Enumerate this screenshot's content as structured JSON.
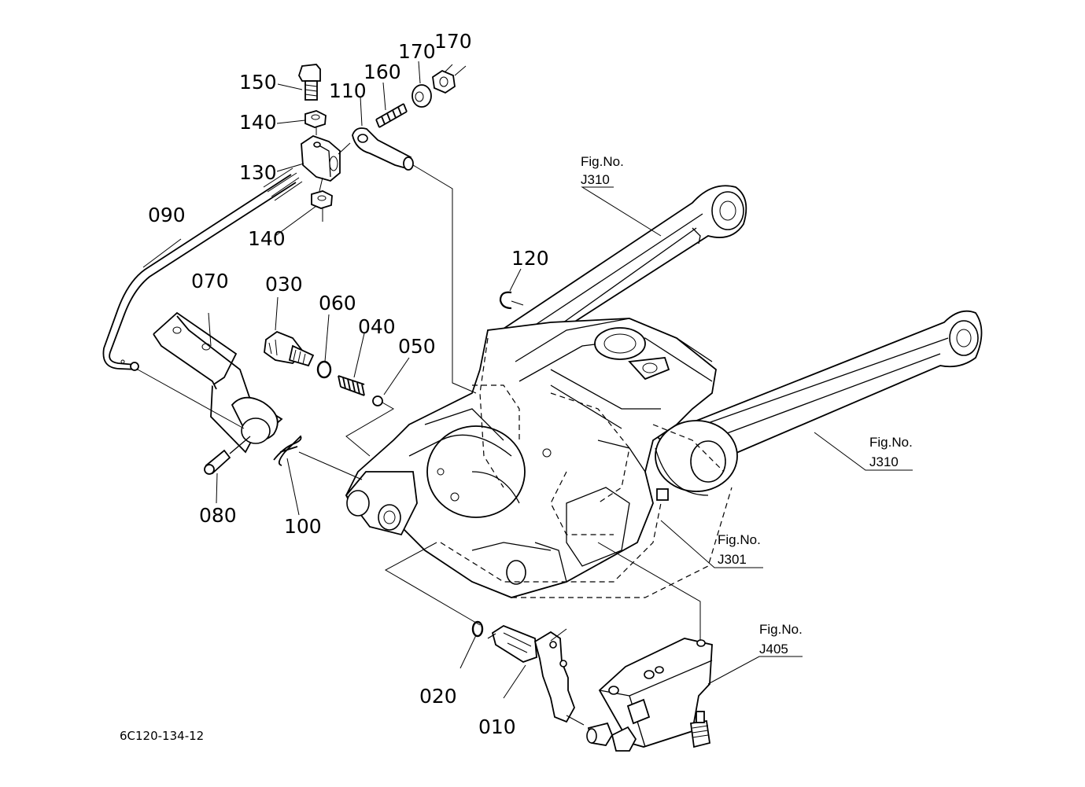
{
  "drawing_code": "6C120-134-12",
  "callouts": {
    "p010": "010",
    "p020": "020",
    "p030": "030",
    "p040": "040",
    "p050": "050",
    "p060": "060",
    "p070": "070",
    "p080": "080",
    "p090": "090",
    "p100": "100",
    "p110": "110",
    "p120": "120",
    "p130": "130",
    "p140_top": "140",
    "p140_bottom": "140",
    "p150": "150",
    "p160": "160",
    "p170_left": "170",
    "p170_right": "170"
  },
  "fig_refs": {
    "j310_upper": {
      "label": "Fig.No.",
      "number": "J310"
    },
    "j310_right": {
      "label": "Fig.No.",
      "number": "J310"
    },
    "j301": {
      "label": "Fig.No.",
      "number": "J301"
    },
    "j405": {
      "label": "Fig.No.",
      "number": "J405"
    }
  }
}
